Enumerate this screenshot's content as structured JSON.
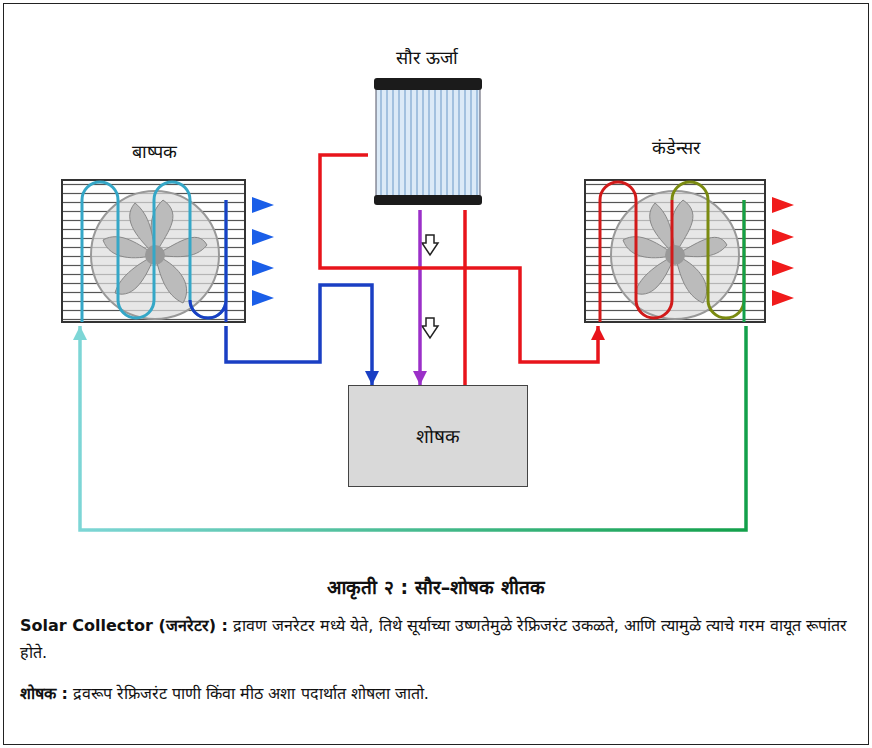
{
  "diagram": {
    "caption": "आकृती २ : सौर–शोषक शीतक",
    "nodes": [
      {
        "text": [
          "सौर ऊर्जा"
        ]
      },
      {
        "text": [
          "बाष्पक"
        ]
      },
      {
        "text": [
          "कंडेन्सर"
        ]
      },
      {
        "text": [
          "शोषक"
        ]
      }
    ],
    "edges": [
      {
        "from": 1,
        "to": 3,
        "arrow": "to"
      },
      {
        "from": 0,
        "to": 3,
        "arrow": "to"
      },
      {
        "from": 3,
        "to": 0,
        "arrow": "none"
      },
      {
        "from": 0,
        "to": 2,
        "arrow": "to"
      },
      {
        "from": 2,
        "to": 1,
        "arrow": "to"
      }
    ],
    "labels": [
      "Solar Collector (जनरेटर) :",
      "द्रावण जनरेटर मध्ये येते, तिथे सूर्याच्या उष्णतेमुळे रेफ्रिजरंट उकळते, आणि त्यामुळे त्याचे गरम वायूत रूपांतर होते.",
      "शोषक :",
      "द्रवरूप रेफ्रिजरंट पाणी किंवा मीठ अशा पदार्थात शोषला जातो."
    ]
  }
}
